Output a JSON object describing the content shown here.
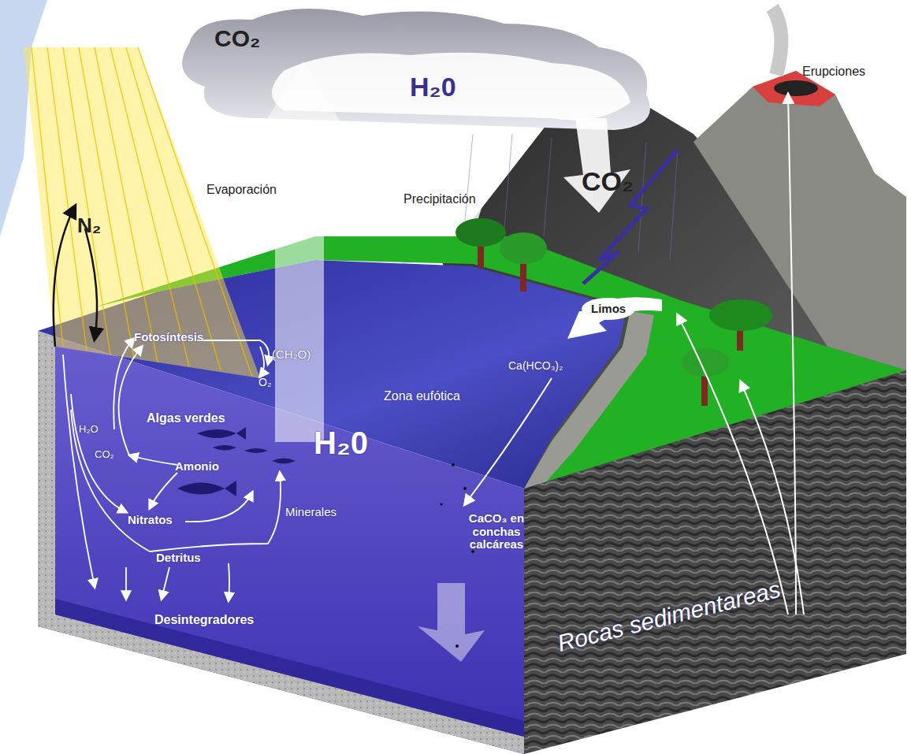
{
  "diagram": {
    "labels": [
      "CO₂",
      "H₂0",
      "Erupciones",
      "CO₂",
      "N₂",
      "Evaporación",
      "Precipitación",
      "Limos",
      "Fotosíntesis",
      "(CH₂O)",
      "O₂",
      "Ca(HCO₃)₂",
      "Zona eufótica",
      "Algas verdes",
      "H₂O",
      "H₂0",
      "CO₂",
      "Amonio",
      "Nitratos",
      "Minerales",
      "Detritus",
      "CaCO₃ en conchas calcáreas",
      "Desintegradores",
      "Rocas sedimentareas"
    ]
  }
}
